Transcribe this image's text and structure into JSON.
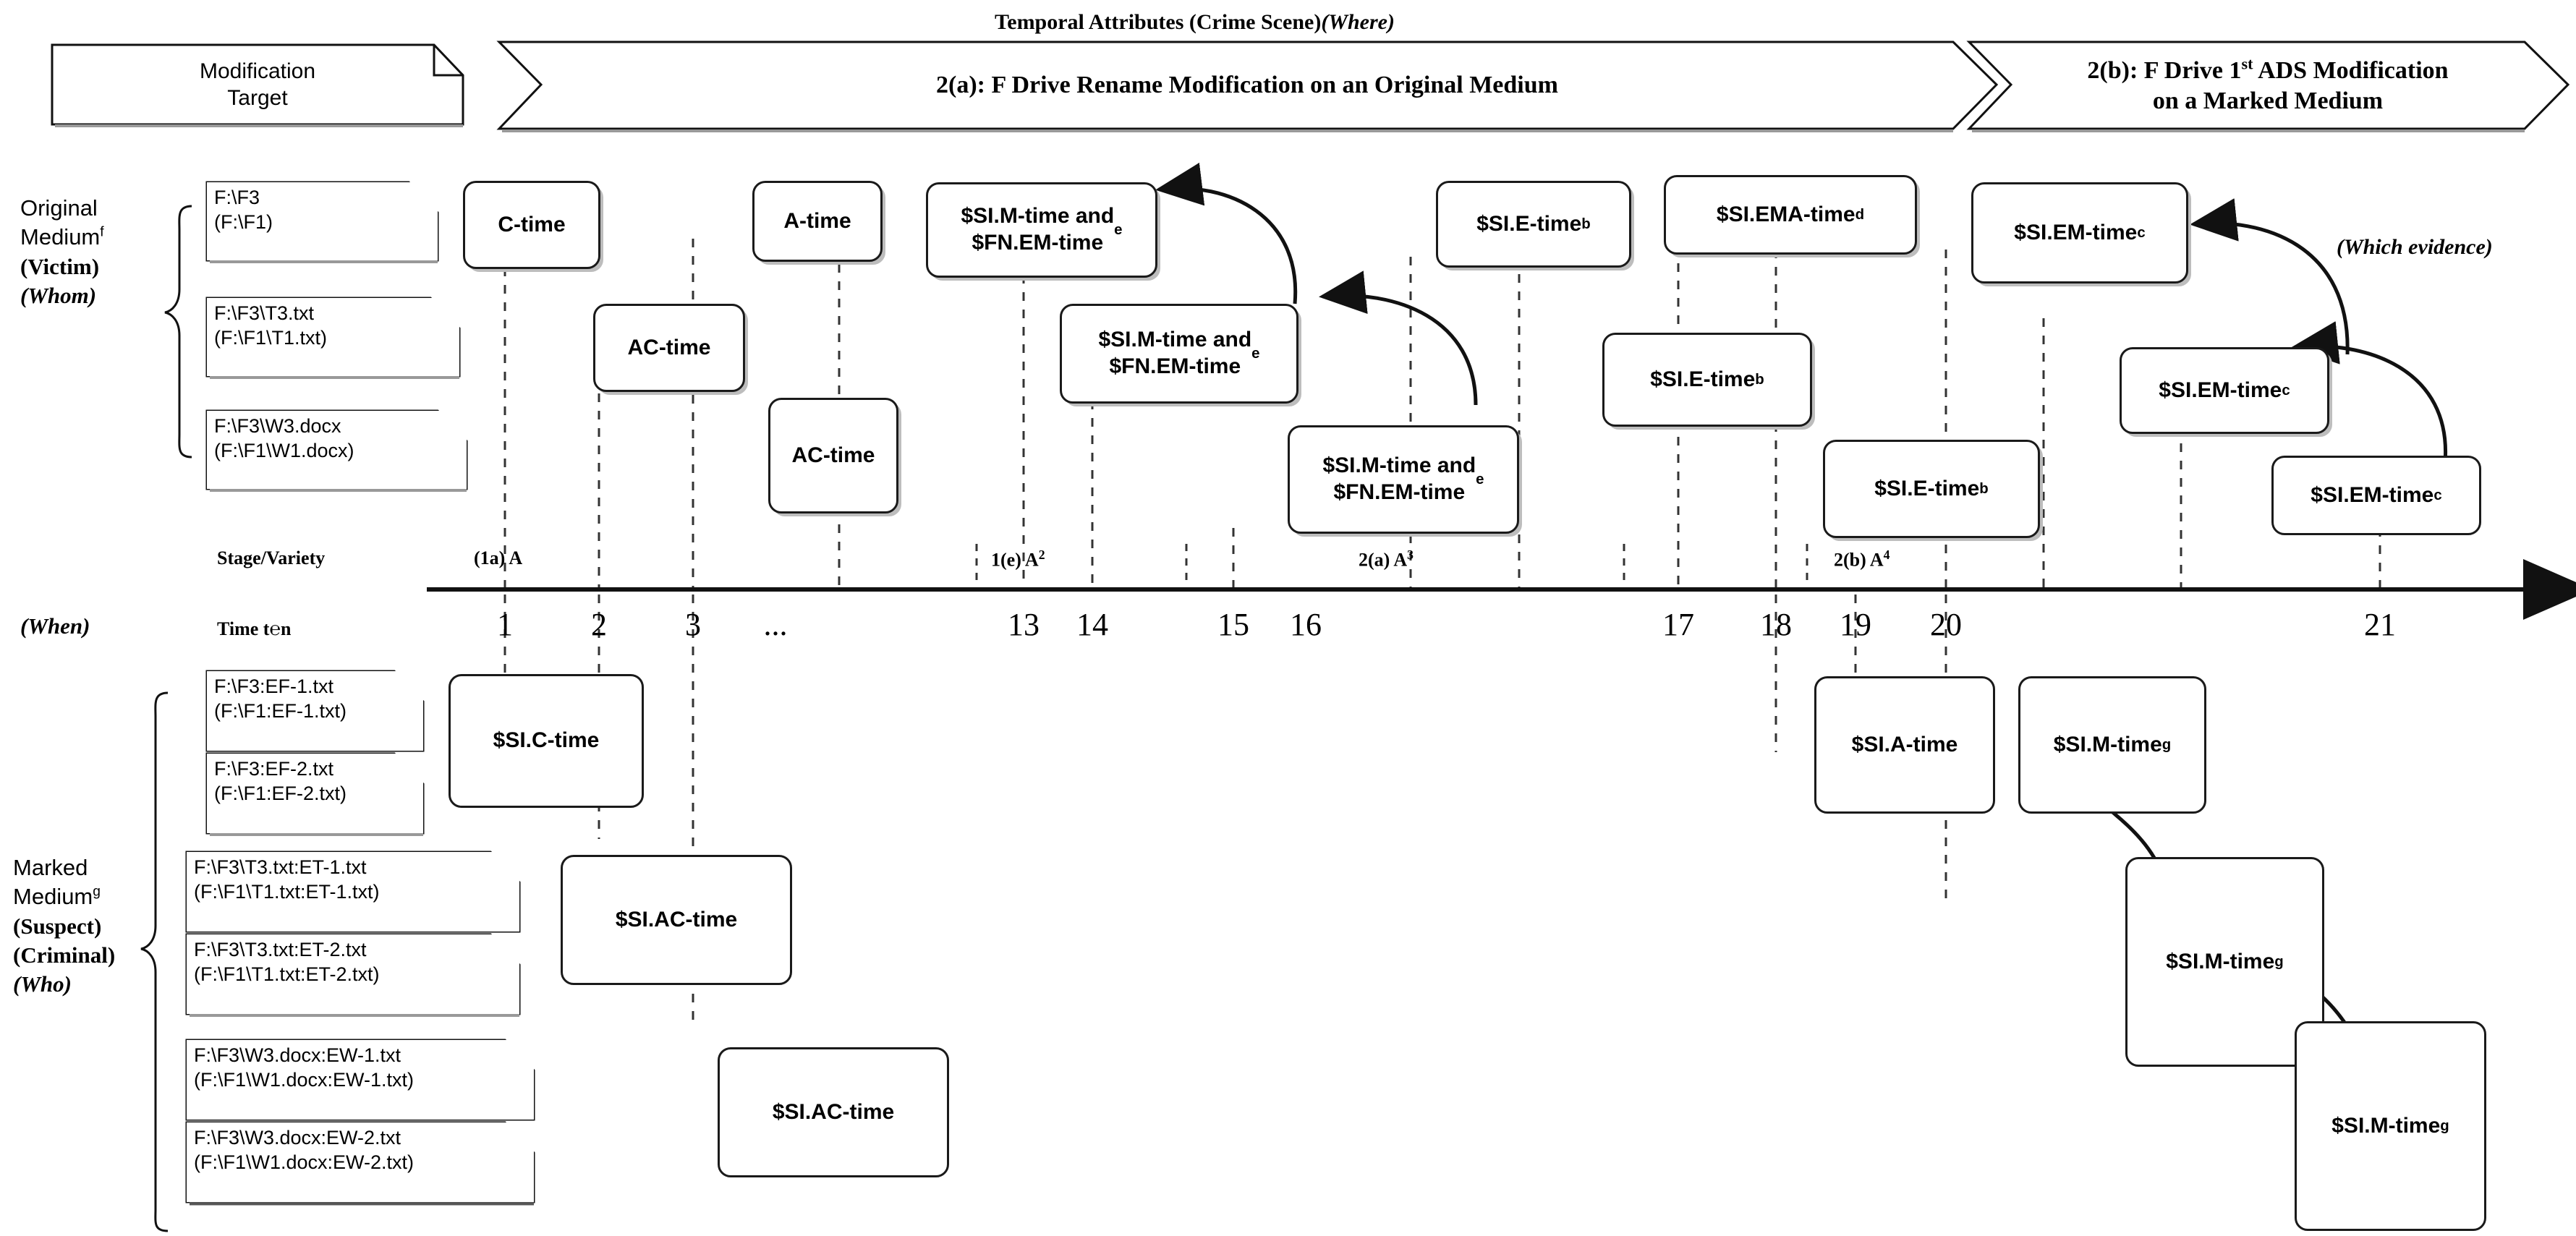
{
  "header": {
    "temporal_title": "Temporal Attributes (Crime Scene)",
    "temporal_title_italic": "(Where)",
    "modification_target": "Modification\nTarget",
    "banner_a": "2(a): F Drive Rename Modification on an Original Medium",
    "banner_b_line1": "2(b): F Drive 1st ADS Modification",
    "banner_b_line2": "on a Marked Medium"
  },
  "side_labels": {
    "original_medium": "Original Medium",
    "original_medium_sup": "f",
    "original_victim": "(Victim)",
    "original_whom": "(Whom)",
    "marked_medium": "Marked Medium",
    "marked_medium_sup": "g",
    "marked_suspect": "(Suspect)",
    "marked_criminal": "(Criminal)",
    "marked_who": "(Who)",
    "when": "(When)",
    "stage_variety": "Stage/Variety",
    "time_row": "Time t℮n",
    "which_evidence": "(Which evidence)"
  },
  "original_files": [
    {
      "line1": "F:\\F3",
      "line2": "(F:\\F1)"
    },
    {
      "line1": "F:\\F3\\T3.txt",
      "line2": "(F:\\F1\\T1.txt)"
    },
    {
      "line1": "F:\\F3\\W3.docx",
      "line2": "(F:\\F1\\W1.docx)"
    }
  ],
  "marked_files": [
    {
      "line1": "F:\\F3:EF-1.txt",
      "line2": "(F:\\F1:EF-1.txt)"
    },
    {
      "line1": "F:\\F3:EF-2.txt",
      "line2": "(F:\\F1:EF-2.txt)"
    },
    {
      "line1": "F:\\F3\\T3.txt:ET-1.txt",
      "line2": "(F:\\F1\\T1.txt:ET-1.txt)"
    },
    {
      "line1": "F:\\F3\\T3.txt:ET-2.txt",
      "line2": "(F:\\F1\\T1.txt:ET-2.txt)"
    },
    {
      "line1": "F:\\F3\\W3.docx:EW-1.txt",
      "line2": "(F:\\F1\\W1.docx:EW-1.txt)"
    },
    {
      "line1": "F:\\F3\\W3.docx:EW-2.txt",
      "line2": "(F:\\F1\\W1.docx:EW-2.txt)"
    }
  ],
  "chart_data": {
    "type": "timeline",
    "title": "Temporal Attributes (Crime Scene) (Where)",
    "axis_label": "Time t℮n",
    "ticks": [
      "1",
      "2",
      "3",
      "...",
      "13",
      "14",
      "15",
      "16",
      "17",
      "18",
      "19",
      "20",
      "21"
    ],
    "stages": [
      {
        "label": "(1a) A",
        "superscript": "",
        "tick": "1"
      },
      {
        "label": "1(e) A",
        "superscript": "2",
        "tick": "13"
      },
      {
        "label": "2(a) A",
        "superscript": "3",
        "tick": "15"
      },
      {
        "label": "2(b) A",
        "superscript": "4",
        "tick": "19"
      }
    ],
    "upper_events": [
      {
        "label": "C-time",
        "sup": "",
        "tick": "1"
      },
      {
        "label": "AC-time",
        "sup": "",
        "tick": "2"
      },
      {
        "label": "A-time",
        "sup": "",
        "tick": "3"
      },
      {
        "label": "AC-time",
        "sup": "",
        "tick": "3"
      },
      {
        "label": "$SI.M-time and\n$FN.EM-time",
        "sup": "e",
        "tick": "13"
      },
      {
        "label": "$SI.M-time and\n$FN.EM-time",
        "sup": "e",
        "tick": "14"
      },
      {
        "label": "$SI.M-time and\n$FN.EM-time",
        "sup": "e",
        "tick": "15"
      },
      {
        "label": "$SI.E-time",
        "sup": "b",
        "tick": "16"
      },
      {
        "label": "$SI.EMA-time",
        "sup": "d",
        "tick": "17"
      },
      {
        "label": "$SI.E-time",
        "sup": "b",
        "tick": "17"
      },
      {
        "label": "$SI.E-time",
        "sup": "b",
        "tick": "18"
      },
      {
        "label": "$SI.EM-time",
        "sup": "c",
        "tick": "19"
      },
      {
        "label": "$SI.EM-time",
        "sup": "c",
        "tick": "20"
      },
      {
        "label": "$SI.EM-time",
        "sup": "c",
        "tick": "21"
      }
    ],
    "lower_events": [
      {
        "label": "$SI.C-time",
        "sup": "",
        "tick": "1"
      },
      {
        "label": "$SI.AC-time",
        "sup": "",
        "tick": "2"
      },
      {
        "label": "$SI.AC-time",
        "sup": "",
        "tick": "3"
      },
      {
        "label": "$SI.A-time",
        "sup": "",
        "tick": "18"
      },
      {
        "label": "$SI.M-time",
        "sup": "g",
        "tick": "19"
      },
      {
        "label": "$SI.M-time",
        "sup": "g",
        "tick": "20"
      },
      {
        "label": "$SI.M-time",
        "sup": "g",
        "tick": "21"
      }
    ]
  },
  "colors": {
    "ink": "#000000",
    "shadow": "#bdbdbd",
    "line": "#1a1a1a"
  }
}
